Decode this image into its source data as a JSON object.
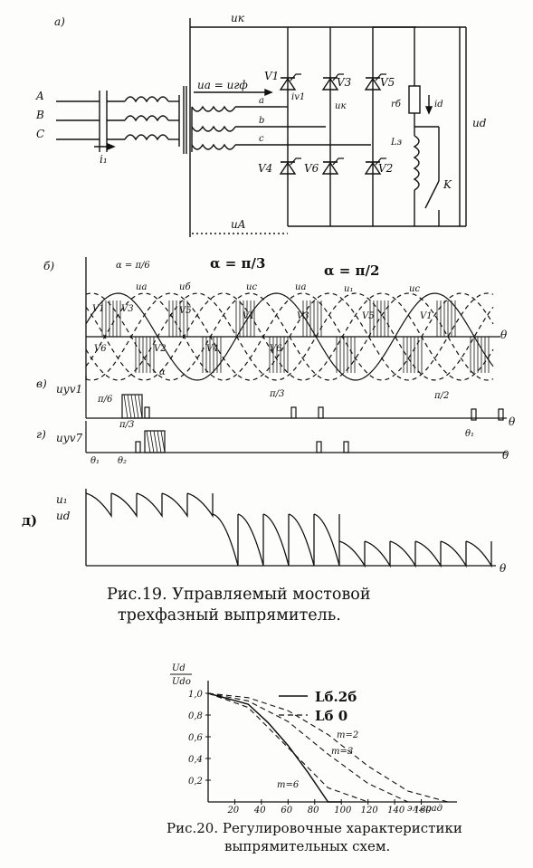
{
  "fig19": {
    "caption_line1": "Рис.19. Управляемый мостовой",
    "caption_line2": "трехфазный выпрямитель.",
    "panel_a": {
      "tag": "а)",
      "phases": [
        "A",
        "B",
        "C"
      ],
      "current_in": "i₁",
      "u_k": "uк",
      "u_A": "uA",
      "u_phase": "ua = uгф",
      "wires": [
        "a",
        "b",
        "c"
      ],
      "thyristors_top": [
        "V1",
        "V3",
        "V5"
      ],
      "thyristors_bottom": [
        "V4",
        "V6",
        "V2"
      ],
      "i_v1": "iv1",
      "u_k2": "uк",
      "r_load": "rб",
      "i_d": "id",
      "l_load": "Lз",
      "switch": "K",
      "u_d": "ud"
    },
    "panel_b": {
      "tag": "б)",
      "alpha1": "α = π/6",
      "alpha2": "α = π/3",
      "alpha3": "α = π/2",
      "phase_labels": [
        "ua",
        "uб",
        "uc",
        "ua",
        "u₁",
        "uc"
      ],
      "pulses_top": [
        "V1",
        "V3",
        "V5",
        "V1",
        "V3",
        "V5",
        "V1"
      ],
      "pulses_bottom": [
        "V6",
        "V2",
        "V4",
        "V6"
      ],
      "alpha_mark": "α",
      "theta": "θ"
    },
    "panel_v": {
      "tag": "в)",
      "signal": "uуv1",
      "pi6": "π/6",
      "pi3": "π/3",
      "pi2": "π/2",
      "theta1": "θ₁",
      "theta": "θ"
    },
    "panel_g": {
      "tag": "г)",
      "signal": "uуv7",
      "pi3": "π/3",
      "theta_a": "θ₁",
      "theta_b": "θ₂",
      "theta": "θ"
    },
    "panel_d": {
      "tag": "д)",
      "u1": "u₁",
      "ud": "ud",
      "theta": "θ"
    }
  },
  "fig20": {
    "caption_line1": "Рис.20. Регулировочные характеристики",
    "caption_line2": "выпрямительных схем.",
    "ylabel_num": "Ud",
    "ylabel_den": "Udo",
    "legend_solid": "Lб.2б",
    "legend_dash": "Lб 0",
    "curve_labels": [
      "m=2",
      "m=3",
      "m=6"
    ],
    "xaxis_unit": "эл.град",
    "chart_data": {
      "type": "line",
      "x_ticks": [
        "20",
        "40",
        "60",
        "80",
        "100",
        "120",
        "140",
        "160"
      ],
      "y_ticks": [
        "0,2",
        "0,4",
        "0,6",
        "0,8",
        "1,0"
      ],
      "xlim": [
        0,
        180
      ],
      "ylim": [
        0,
        1.0
      ],
      "series": [
        {
          "style": "solid",
          "x": [
            0,
            30,
            45,
            60,
            75,
            90,
            100
          ],
          "y": [
            1.0,
            0.9,
            0.73,
            0.52,
            0.27,
            0.0,
            0.0
          ]
        },
        {
          "style": "dashed",
          "x": [
            0,
            30,
            60,
            90,
            120,
            150,
            180
          ],
          "y": [
            1.0,
            0.96,
            0.84,
            0.62,
            0.33,
            0.1,
            0.0
          ]
        },
        {
          "style": "dashed",
          "x": [
            0,
            30,
            60,
            90,
            120,
            150
          ],
          "y": [
            1.0,
            0.93,
            0.74,
            0.44,
            0.17,
            0.0
          ]
        },
        {
          "style": "dashed",
          "x": [
            0,
            30,
            60,
            90,
            120
          ],
          "y": [
            1.0,
            0.87,
            0.5,
            0.13,
            0.0
          ]
        }
      ]
    }
  }
}
